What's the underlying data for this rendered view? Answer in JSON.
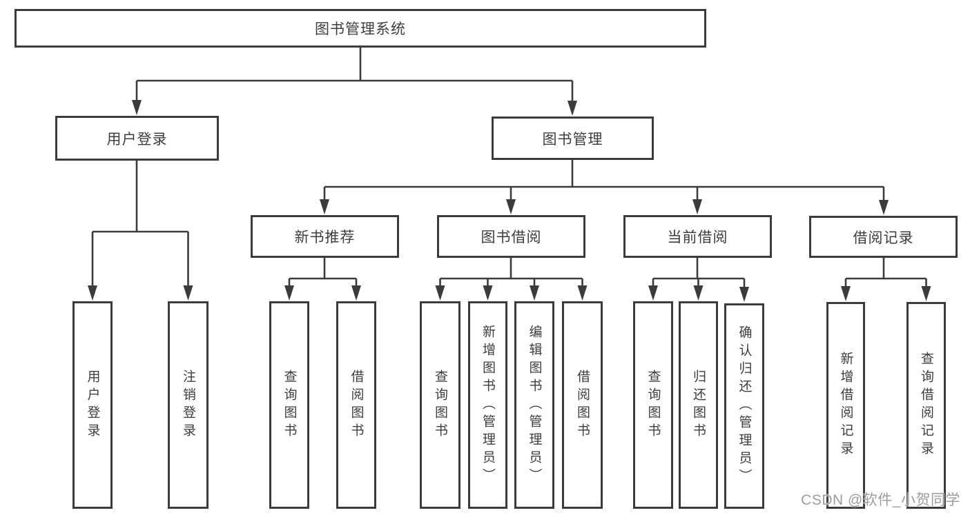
{
  "diagram_type": "functional-decomposition-tree",
  "colors": {
    "line": "#3b3b3b",
    "border": "#3b3b3b",
    "text": "#3d3d3d",
    "watermark": "#9c9c9c",
    "background": "#ffffff"
  },
  "watermark": "CSDN @软件_小贺同学",
  "tree": {
    "root": "图书管理系统",
    "children": [
      {
        "label": "用户登录",
        "children": [
          "用户登录",
          "注销登录"
        ]
      },
      {
        "label": "图书管理",
        "children": [
          {
            "label": "新书推荐",
            "children": [
              "查询图书",
              "借阅图书"
            ]
          },
          {
            "label": "图书借阅",
            "children": [
              "查询图书",
              "新增图书（管理员）",
              "编辑图书（管理员）",
              "借阅图书"
            ]
          },
          {
            "label": "当前借阅",
            "children": [
              "查询图书",
              "归还图书",
              "确认归还（管理员）"
            ]
          },
          {
            "label": "借阅记录",
            "children": [
              "新增借阅记录",
              "查询借阅记录"
            ]
          }
        ]
      }
    ]
  }
}
